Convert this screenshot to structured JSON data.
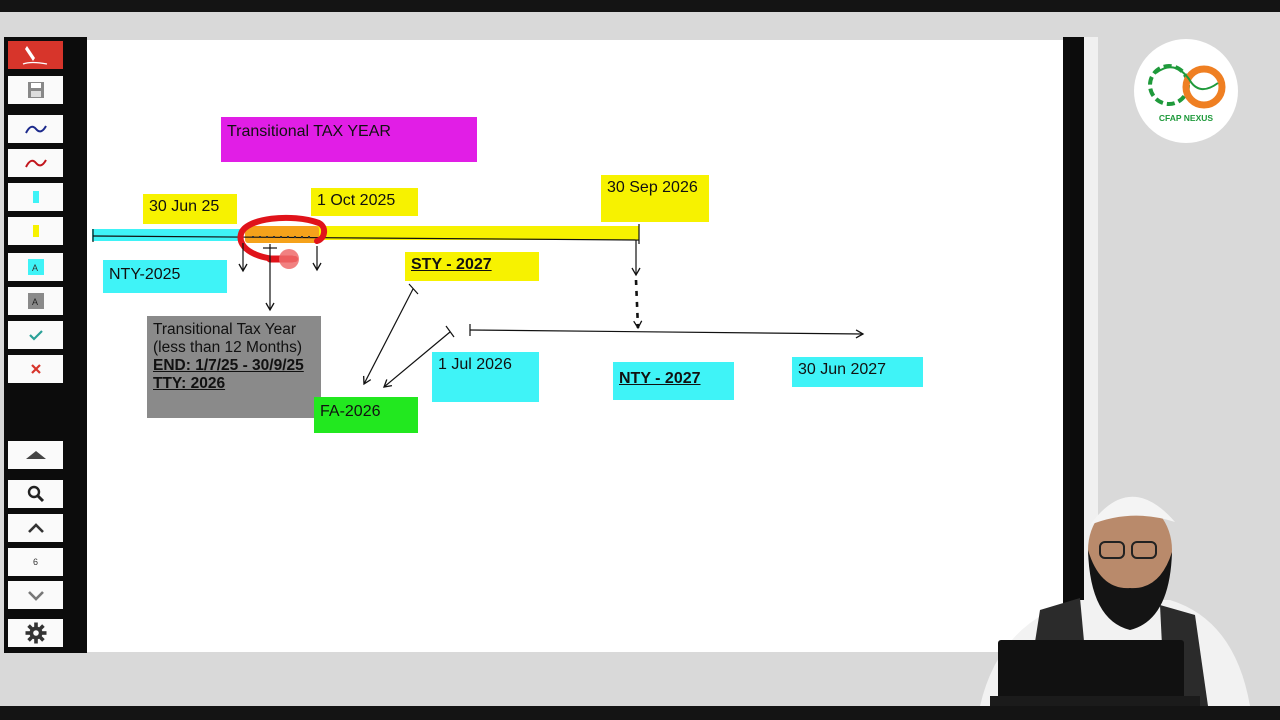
{
  "toolbar": {
    "page_number": "6"
  },
  "canvas": {
    "title_box": "Transitional TAX YEAR",
    "date_30jun25": "30 Jun 25",
    "date_1oct2025": "1 Oct 2025",
    "date_30sep2026": "30 Sep 2026",
    "nty_2025": "NTY-2025",
    "sty_2027": "STY - 2027",
    "note": {
      "line1": "Transitional Tax Year",
      "line2": "(less than 12 Months)",
      "line3": "END: 1/7/25 - 30/9/25",
      "line4": "TTY: 2026"
    },
    "fa_2026": "FA-2026",
    "date_1jul2026": "1 Jul 2026",
    "nty_2027": "NTY - 2027",
    "date_30jun2027": "30 Jun 2027"
  },
  "logo": {
    "text": "CFAP NEXUS"
  },
  "colors": {
    "magenta": "#e11ee6",
    "yellow": "#f7f200",
    "cyan": "#3ff3f7",
    "green": "#22e81f",
    "gray": "#8a8a8a",
    "annotation_red": "#e0131a",
    "annotation_orange": "#f5a21b"
  },
  "icons": [
    "pen-icon",
    "save-icon",
    "blue-pen-icon",
    "red-pen-icon",
    "cyan-highlighter-icon",
    "yellow-highlighter-icon",
    "cyan-text-icon",
    "gray-text-icon",
    "check-icon",
    "close-icon",
    "up-arrow-icon",
    "search-icon",
    "chevron-up-icon",
    "chevron-down-icon",
    "gear-icon"
  ]
}
